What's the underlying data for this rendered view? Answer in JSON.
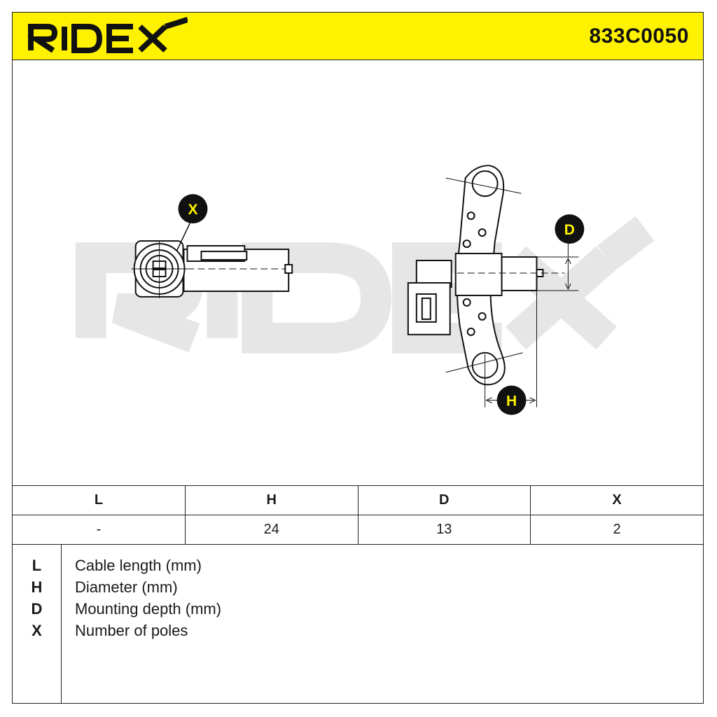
{
  "brand": {
    "name": "RIDEX",
    "colors": {
      "header_bg": "#fff200",
      "ink": "#111111",
      "watermark": "#e6e6e6"
    }
  },
  "part_number": "833C0050",
  "callouts": {
    "x": "X",
    "d": "D",
    "h": "H"
  },
  "spec_table": {
    "headers": [
      "L",
      "H",
      "D",
      "X"
    ],
    "values": [
      "-",
      "24",
      "13",
      "2"
    ]
  },
  "legend": [
    {
      "key": "L",
      "label": "Cable length (mm)"
    },
    {
      "key": "H",
      "label": "Diameter (mm)"
    },
    {
      "key": "D",
      "label": "Mounting depth (mm)"
    },
    {
      "key": "X",
      "label": "Number of poles"
    }
  ]
}
